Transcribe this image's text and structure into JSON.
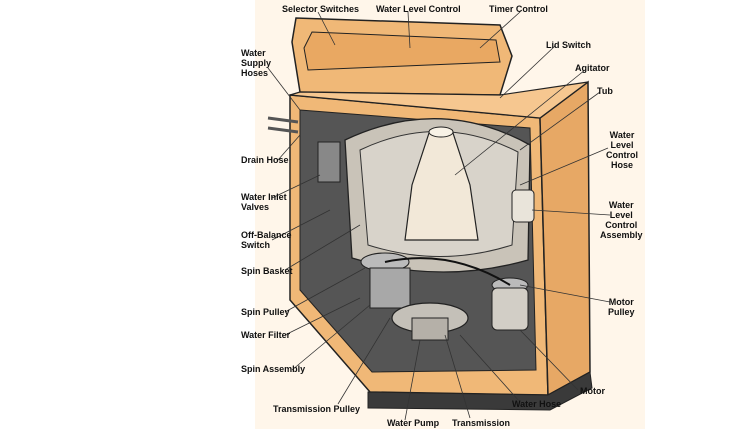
{
  "labels": {
    "selector_switches": "Selector Switches",
    "water_level_control": "Water Level Control",
    "timer_control": "Timer Control",
    "lid_switch": "Lid Switch",
    "agitator": "Agitator",
    "tub": "Tub",
    "water_supply_hoses": "Water\nSupply\nHoses",
    "drain_hose": "Drain Hose",
    "water_inlet_valves": "Water Inlet\nValves",
    "off_balance_switch": "Off-Balance\nSwitch",
    "spin_basket": "Spin Basket",
    "spin_pulley": "Spin Pulley",
    "water_filter": "Water Filter",
    "spin_assembly": "Spin Assembly",
    "transmission_pulley": "Transmission Pulley",
    "water_pump": "Water Pump",
    "transmission": "Transmission",
    "water_hose": "Water Hose",
    "motor": "Motor",
    "motor_pulley": "Motor\nPulley",
    "water_level_control_assembly": "Water\nLevel\nControl\nAssembly",
    "water_level_control_hose": "Water\nLevel\nControl\nHose"
  },
  "colors": {
    "cabinet": "#F0B877",
    "cabinet_dark": "#C98A4B",
    "interior": "#555555",
    "tub": "#C9C3B8",
    "agitator": "#F2E8D8",
    "base": "#3A3A3A",
    "outline": "#222222"
  }
}
